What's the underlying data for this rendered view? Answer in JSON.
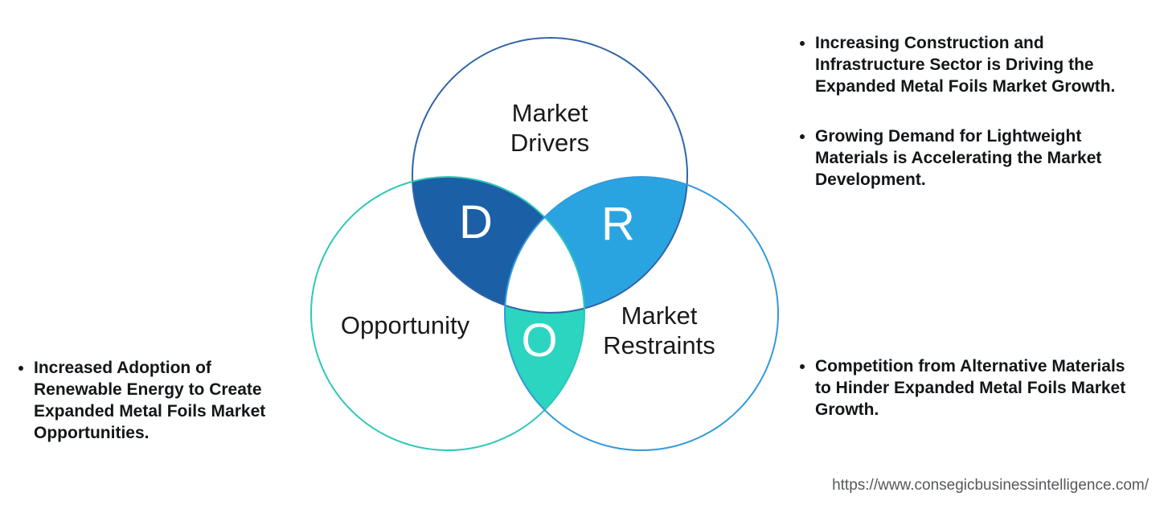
{
  "venn": {
    "drivers": {
      "label": "Market Drivers",
      "letter": "D",
      "fill": "#1B5FA6",
      "stroke": "#2F63A9"
    },
    "restraints": {
      "label": "Market Restraints",
      "letter": "R",
      "fill": "#2AA4E1",
      "stroke": "#3399DC"
    },
    "opportunity": {
      "label": "Opportunity",
      "letter": "O",
      "fill": "#2BD5BF",
      "stroke": "#2DC8B7"
    }
  },
  "insights": {
    "drivers": [
      {
        "text": "Increasing Construction and Infrastructure Sector is Driving the Expanded Metal Foils Market Growth."
      },
      {
        "text": "Growing Demand for Lightweight Materials is Accelerating the Market Development."
      }
    ],
    "opportunity": [
      {
        "text": "Increased Adoption of Renewable Energy to Create Expanded Metal Foils Market Opportunities."
      }
    ],
    "restraints": [
      {
        "text": "Competition from Alternative Materials to Hinder Expanded Metal Foils Market Growth."
      }
    ]
  },
  "footer": {
    "url": "https://www.consegicbusinessintelligence.com/"
  }
}
